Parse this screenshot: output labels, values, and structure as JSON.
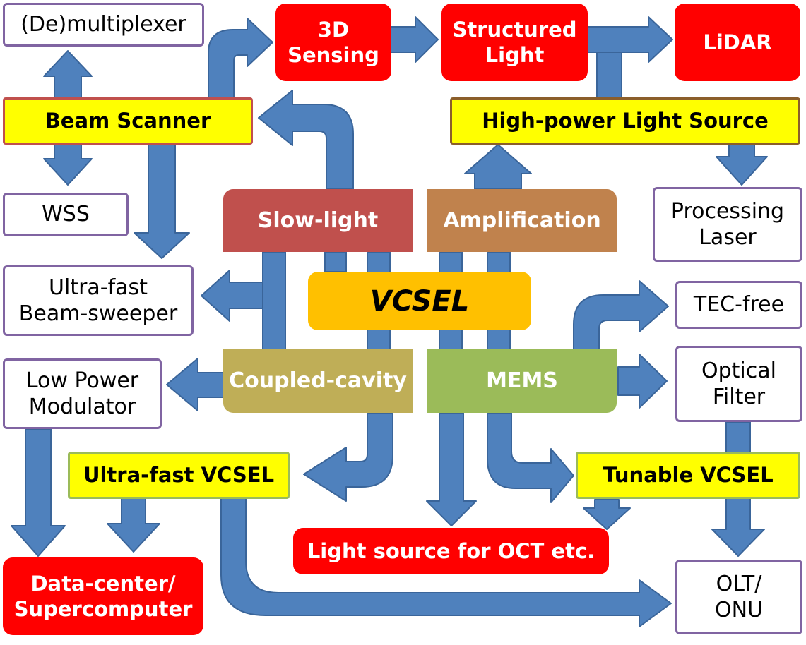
{
  "colors": {
    "arrow": "#4f81bd",
    "arrow_border": "#3a659a",
    "white_box_border": "#8064a2",
    "yellow_box": "#ffff00",
    "red_box": "#ff0000",
    "slow_light": "#c0504d",
    "amplification": "#c0824d",
    "coupled_cavity": "#bfae57",
    "mems": "#9bbb59",
    "vcsel": "#ffc000"
  },
  "center": {
    "label": "VCSEL"
  },
  "technologies": {
    "slow_light": "Slow-light",
    "amplification": "Amplification",
    "coupled_cavity": "Coupled-cavity",
    "mems": "MEMS"
  },
  "devices": {
    "beam_scanner": "Beam Scanner",
    "high_power_light_source": "High-power Light Source",
    "ultra_fast_vcsel": "Ultra-fast VCSEL",
    "tunable_vcsel": "Tunable VCSEL"
  },
  "applications": {
    "demultiplexer": "(De)multiplexer",
    "wss": "WSS",
    "ultra_fast_beam_sweeper": "Ultra-fast\nBeam-sweeper",
    "low_power_modulator": "Low Power\nModulator",
    "processing_laser": "Processing\nLaser",
    "tec_free": "TEC-free",
    "optical_filter": "Optical\nFilter",
    "olt_onu": "OLT/\nONU"
  },
  "markets": {
    "sensing_3d": "3D\nSensing",
    "structured_light": "Structured\nLight",
    "lidar": "LiDAR",
    "light_source_oct": "Light source for OCT etc.",
    "data_center": "Data-center/\nSupercomputer"
  }
}
